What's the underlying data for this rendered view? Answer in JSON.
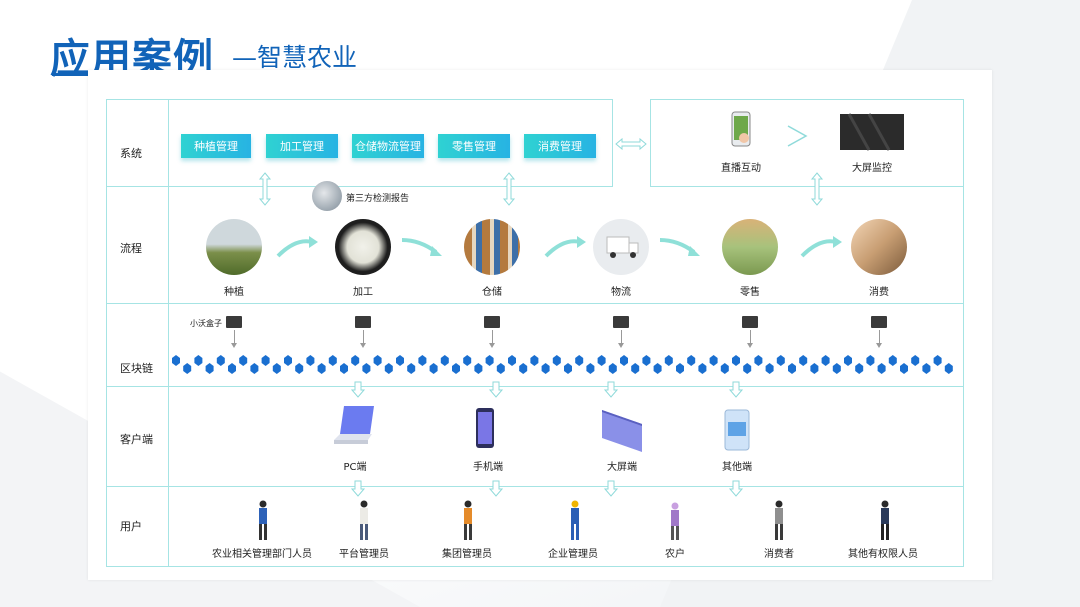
{
  "header": {
    "title": "应用案例",
    "subtitle": "—智慧农业"
  },
  "rows": {
    "system": "系统",
    "process": "流程",
    "blockchain": "区块链",
    "client": "客户端",
    "user": "用户"
  },
  "system_buttons": [
    "种植管理",
    "加工管理",
    "仓储物流管理",
    "零售管理",
    "消费管理"
  ],
  "system_right": {
    "live": "直播互动",
    "screen": "大屏监控"
  },
  "third_party": "第三方检测报告",
  "process_steps": [
    "种植",
    "加工",
    "仓储",
    "物流",
    "零售",
    "消费"
  ],
  "box_label": "小沃盒子",
  "clients": [
    "PC端",
    "手机端",
    "大屏端",
    "其他端"
  ],
  "users": [
    "农业相关管理部门人员",
    "平台管理员",
    "集团管理员",
    "企业管理员",
    "农户",
    "消费者",
    "其他有权限人员"
  ],
  "colors": {
    "title": "#1163b8",
    "accent": "#2fd2d2",
    "grid": "#a6e4e4",
    "chain": "#1a6fd0"
  }
}
